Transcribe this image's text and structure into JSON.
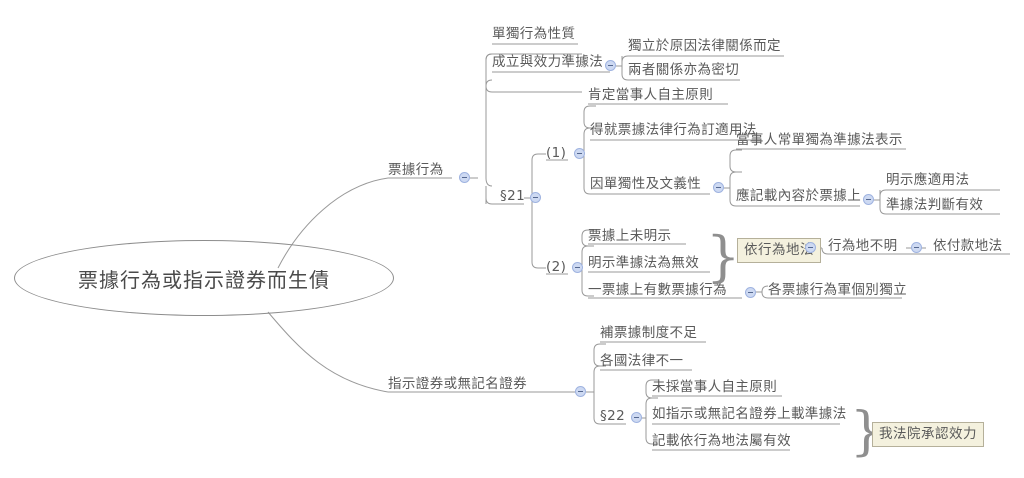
{
  "diagram": {
    "type": "mind-map",
    "title": "票據行為或指示證券而生債",
    "line_color": "#999999",
    "text_color": "#5a5a5a",
    "highlight_fill": "#f4f1de",
    "highlight_border": "#b5b09a",
    "toggle_color": "#cdd9f2"
  },
  "root": {
    "label": "票據行為或指示證券而生債"
  },
  "branches": {
    "upper": {
      "label": "票據行為",
      "children": {
        "n1": {
          "label": "成立與效力準據法"
        },
        "n1_leaf": {
          "label": "單獨行為性質"
        },
        "n1_c1": {
          "label": "獨立於原因法律關係而定"
        },
        "n1_c2": {
          "label": "兩者關係亦為密切"
        },
        "s21": {
          "label": "§21"
        },
        "g1": {
          "label": "(1)"
        },
        "g1_leaf": {
          "label": "肯定當事人自主原則"
        },
        "g1_c1": {
          "label": "得就票據法律行為訂適用法"
        },
        "g1_c2": {
          "label": "因單獨性及文義性"
        },
        "g1_c2_leaf": {
          "label": "當事人常單獨為準據法表示"
        },
        "g1_c2_a": {
          "label": "應記載內容於票據上"
        },
        "g1_c2_a1": {
          "label": "明示應適用法"
        },
        "g1_c2_a2": {
          "label": "準據法判斷有效"
        },
        "g2": {
          "label": "(2)"
        },
        "g2_leaf": {
          "label": "票據上未明示"
        },
        "g2_c1": {
          "label": "明示準據法為無效"
        },
        "g2_hl": {
          "label": "依行為地法"
        },
        "g2_hl_c1": {
          "label": "行為地不明"
        },
        "g2_hl_c2": {
          "label": "依付款地法"
        },
        "g2_c2": {
          "label": "一票據上有數票據行為"
        },
        "g2_c2_a": {
          "label": "各票據行為軍個別獨立"
        }
      }
    },
    "lower": {
      "label": "指示證券或無記名證券",
      "children": {
        "l_leaf": {
          "label": "補票據制度不足"
        },
        "l_c1": {
          "label": "各國法律不一"
        },
        "s22": {
          "label": "§22"
        },
        "s22_leaf": {
          "label": "未採當事人自主原則"
        },
        "s22_c1": {
          "label": "如指示或無記名證券上載準據法"
        },
        "s22_c2": {
          "label": "記載依行為地法屬有效"
        },
        "s22_hl": {
          "label": "我法院承認效力"
        }
      }
    }
  },
  "icons": {
    "collapse": "minus-circle-icon",
    "brace": "curly-brace-icon"
  }
}
